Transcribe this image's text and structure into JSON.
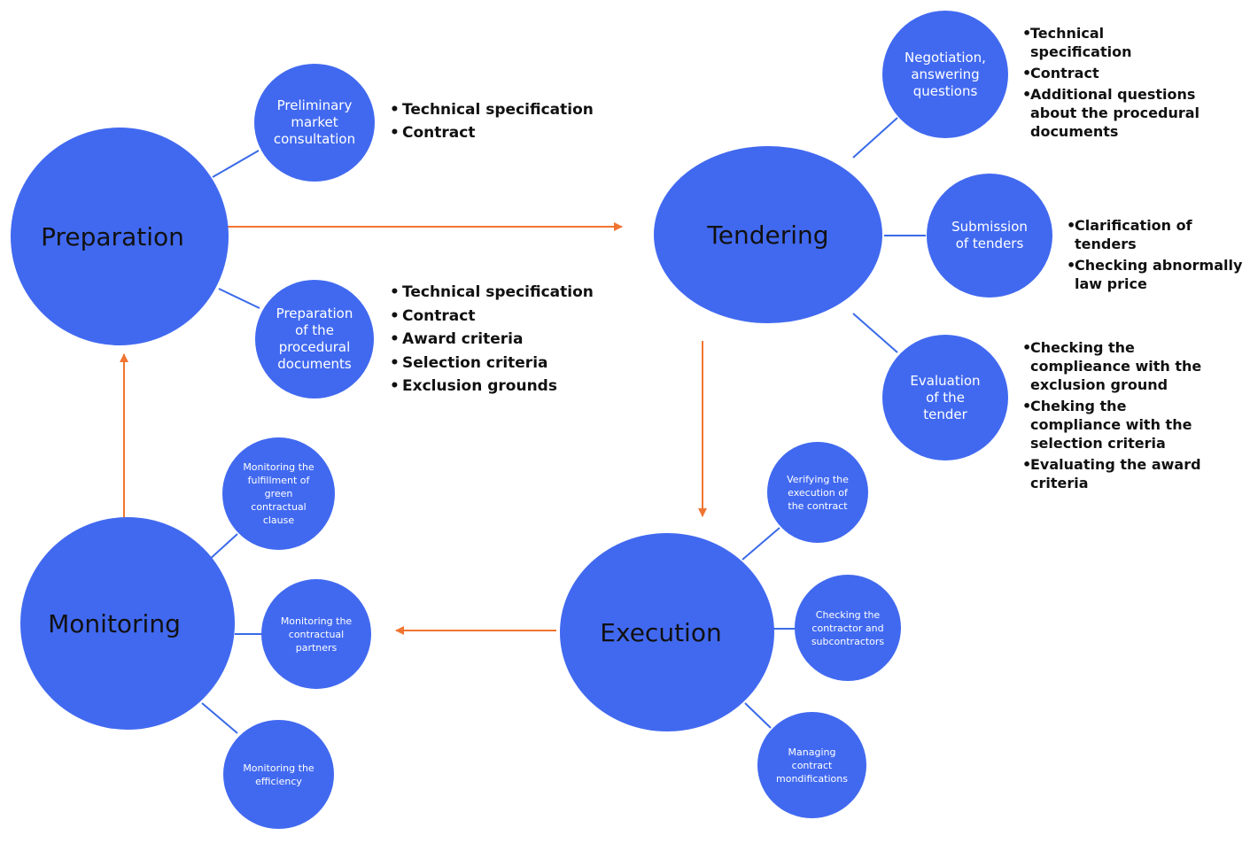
{
  "colors": {
    "node": "#4169f0",
    "connector": "#3a6ae8",
    "arrow": "#f07532"
  },
  "phases": {
    "preparation": "Preparation",
    "tendering": "Tendering",
    "execution": "Execution",
    "monitoring": "Monitoring"
  },
  "preparation_steps": {
    "market_consultation": {
      "label": "Preliminary market consultation",
      "items": [
        "Technical specification",
        "Contract"
      ]
    },
    "procedural_documents": {
      "label": "Preparation of the procedural documents",
      "items": [
        "Technical specification",
        "Contract",
        "Award criteria",
        "Selection criteria",
        "Exclusion grounds"
      ]
    }
  },
  "tendering_steps": {
    "negotiation": {
      "label": "Negotiation, answering questions",
      "items": [
        "Technical specification",
        "Contract",
        "Additional questions about the procedural documents"
      ]
    },
    "submission": {
      "label": "Submission of tenders",
      "items": [
        "Clarification of tenders",
        "Checking abnormally law price"
      ]
    },
    "evaluation": {
      "label": "Evaluation of the tender",
      "items": [
        "Checking the complieance with the exclusion ground",
        "Cheking the compliance with the selection criteria",
        "Evaluating the award criteria"
      ]
    }
  },
  "execution_steps": {
    "verifying": "Verifying the execution of the contract",
    "checking_contractor": "Checking the contractor and subcontractors",
    "managing_modifications": "Managing contract mondifications"
  },
  "monitoring_steps": {
    "green_clause": "Monitoring the fulfillment of green contractual clause",
    "partners": "Monitoring the contractual partners",
    "efficiency": "Monitoring the efficiency"
  }
}
